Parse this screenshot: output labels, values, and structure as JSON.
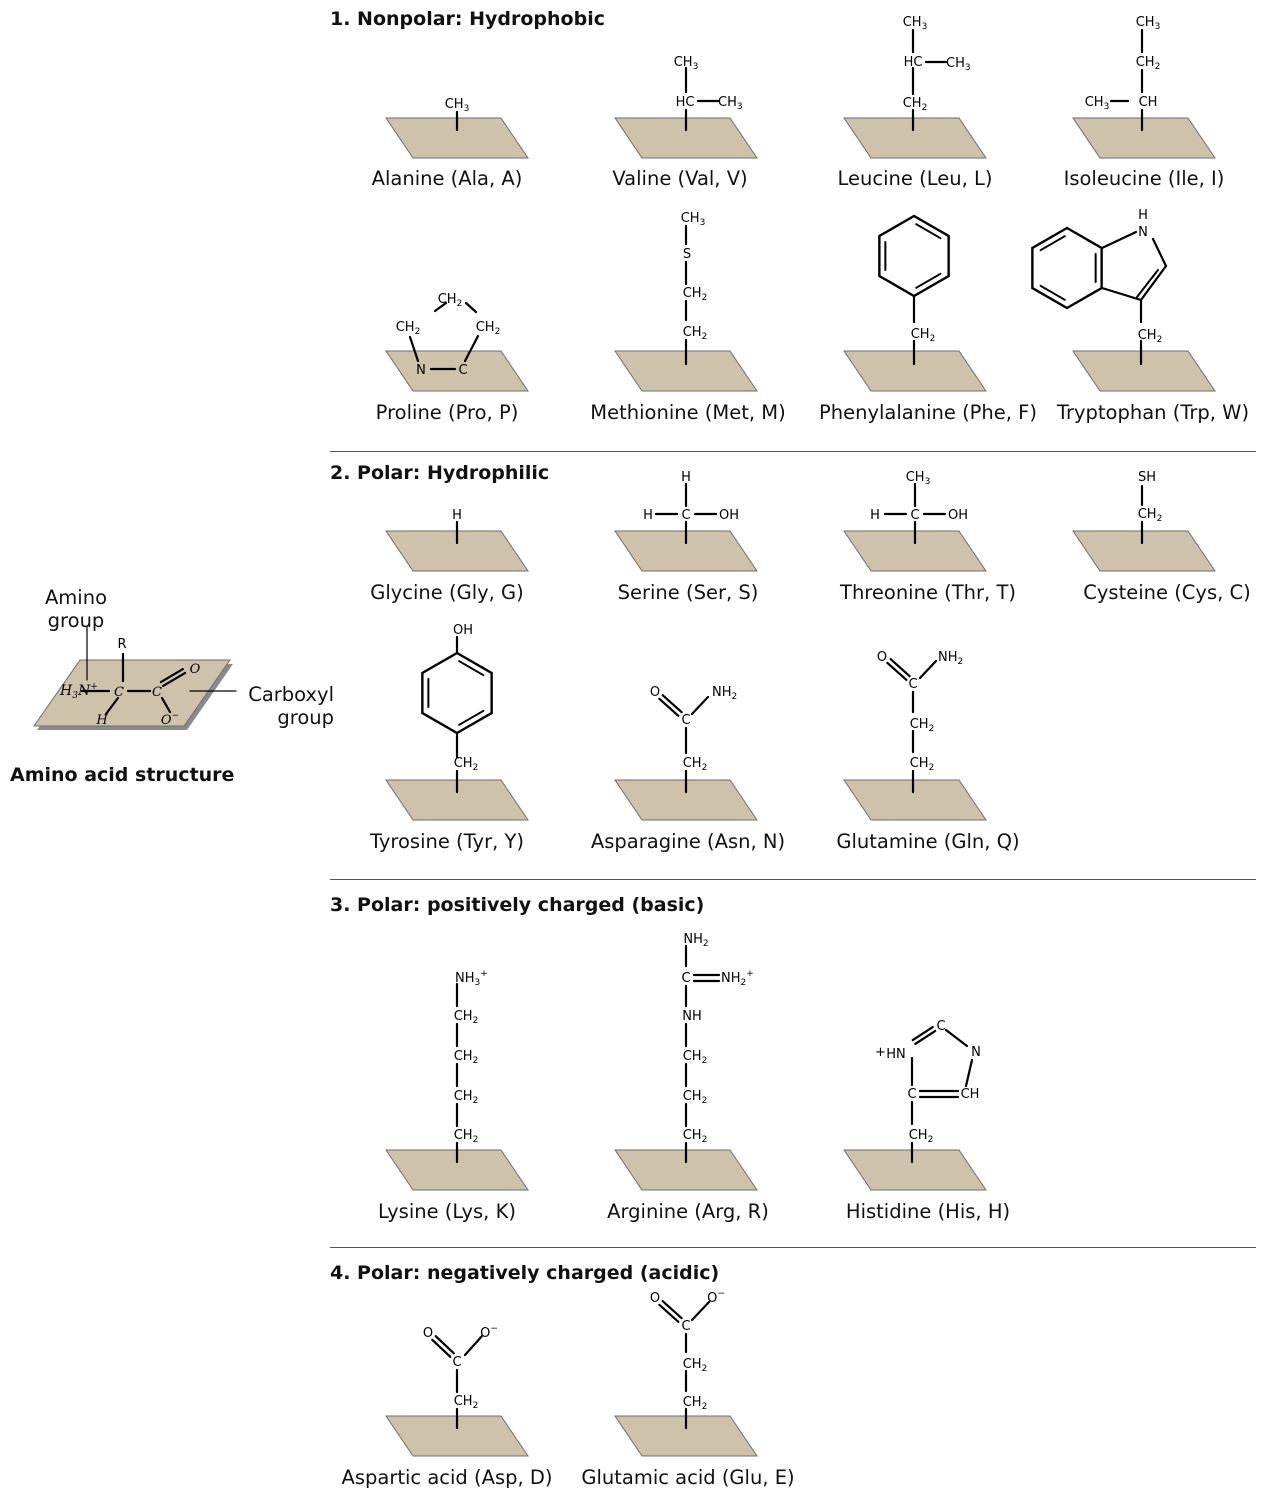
{
  "general": {
    "amino_label": [
      "Amino",
      "group"
    ],
    "carboxyl_label": [
      "Carboxyl",
      "group"
    ],
    "caption": "Amino acid structure"
  },
  "sections": [
    {
      "title": "1. Nonpolar: Hydrophobic",
      "acids": [
        "Alanine (Ala, A)",
        "Valine (Val, V)",
        "Leucine (Leu, L)",
        "Isoleucine (Ile, I)",
        "Proline (Pro, P)",
        "Methionine (Met, M)",
        "Phenylalanine (Phe, F)",
        "Tryptophan (Trp, W)"
      ]
    },
    {
      "title": "2. Polar: Hydrophilic",
      "acids": [
        "Glycine (Gly, G)",
        "Serine (Ser, S)",
        "Threonine (Thr, T)",
        "Cysteine (Cys, C)",
        "Tyrosine (Tyr, Y)",
        "Asparagine (Asn, N)",
        "Glutamine (Gln, Q)"
      ]
    },
    {
      "title": "3. Polar: positively charged (basic)",
      "acids": [
        "Lysine (Lys, K)",
        "Arginine (Arg, R)",
        "Histidine (His, H)"
      ]
    },
    {
      "title": "4. Polar: negatively charged (acidic)",
      "acids": [
        "Aspartic acid (Asp, D)",
        "Glutamic acid (Glu, E)"
      ]
    }
  ],
  "colors": {
    "plane": "#cfc2aa",
    "plane_stroke": "#6e6e6e",
    "rule": "#555555"
  }
}
